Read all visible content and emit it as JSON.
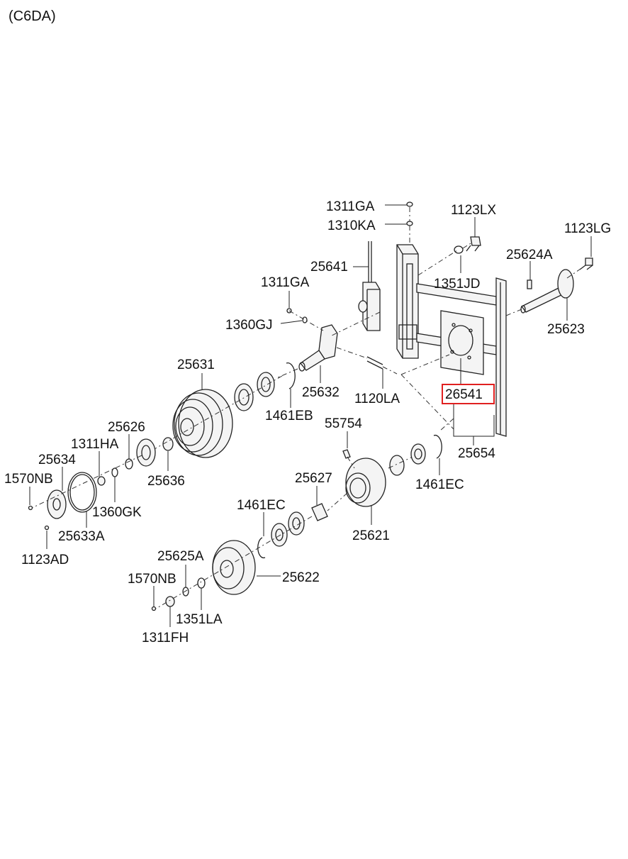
{
  "header": {
    "code": "(C6DA)"
  },
  "parts": {
    "p1311GA_top": "1311GA",
    "p1310KA": "1310KA",
    "p1123LX": "1123LX",
    "p1123LG": "1123LG",
    "p25641": "25641",
    "p25624A": "25624A",
    "p1311GA_mid": "1311GA",
    "p1351JD": "1351JD",
    "p1360GJ": "1360GJ",
    "p25623": "25623",
    "p25631": "25631",
    "p25632": "25632",
    "p1120LA": "1120LA",
    "p26541": "26541",
    "p1461EB": "1461EB",
    "p25626": "25626",
    "p55754": "55754",
    "p25654": "25654",
    "p1311HA": "1311HA",
    "p25634": "25634",
    "p25636": "25636",
    "p1570NB_left": "1570NB",
    "p25627": "25627",
    "p1461EC_right": "1461EC",
    "p1360GK": "1360GK",
    "p1461EC_mid": "1461EC",
    "p25633A": "25633A",
    "p25621": "25621",
    "p1123AD": "1123AD",
    "p25625A": "25625A",
    "p1570NB_bottom": "1570NB",
    "p25622": "25622",
    "p1351LA": "1351LA",
    "p1311FH": "1311FH"
  },
  "highlight": {
    "part": "26541",
    "color": "#e02020"
  }
}
